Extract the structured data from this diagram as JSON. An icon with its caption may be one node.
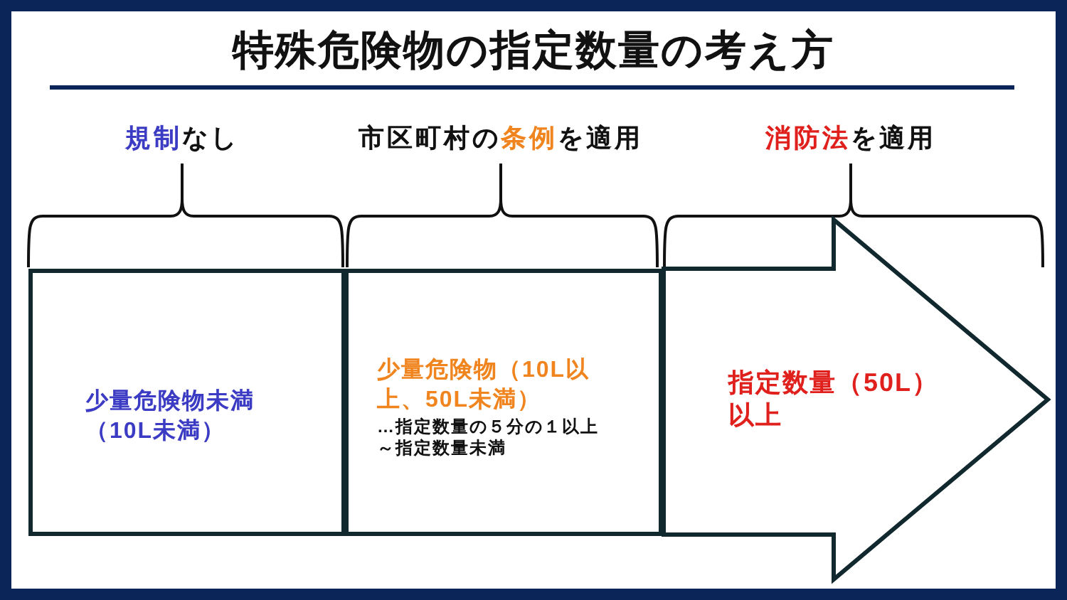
{
  "diagram": {
    "title": "特殊危険物の指定数量の考え方",
    "nodes": [
      {
        "text": [
          "少量危険物未満（10L未満）"
        ]
      },
      {
        "text": [
          "少量危険物（10L以上、50L未満）",
          "…指定数量の５分の１以上～指定数量未満"
        ]
      },
      {
        "text": [
          "指定数量（50L）以上"
        ]
      }
    ],
    "labels": [
      "**規制**なし",
      "市区町村の**条例**を適用",
      "**消防法**を適用"
    ]
  }
}
